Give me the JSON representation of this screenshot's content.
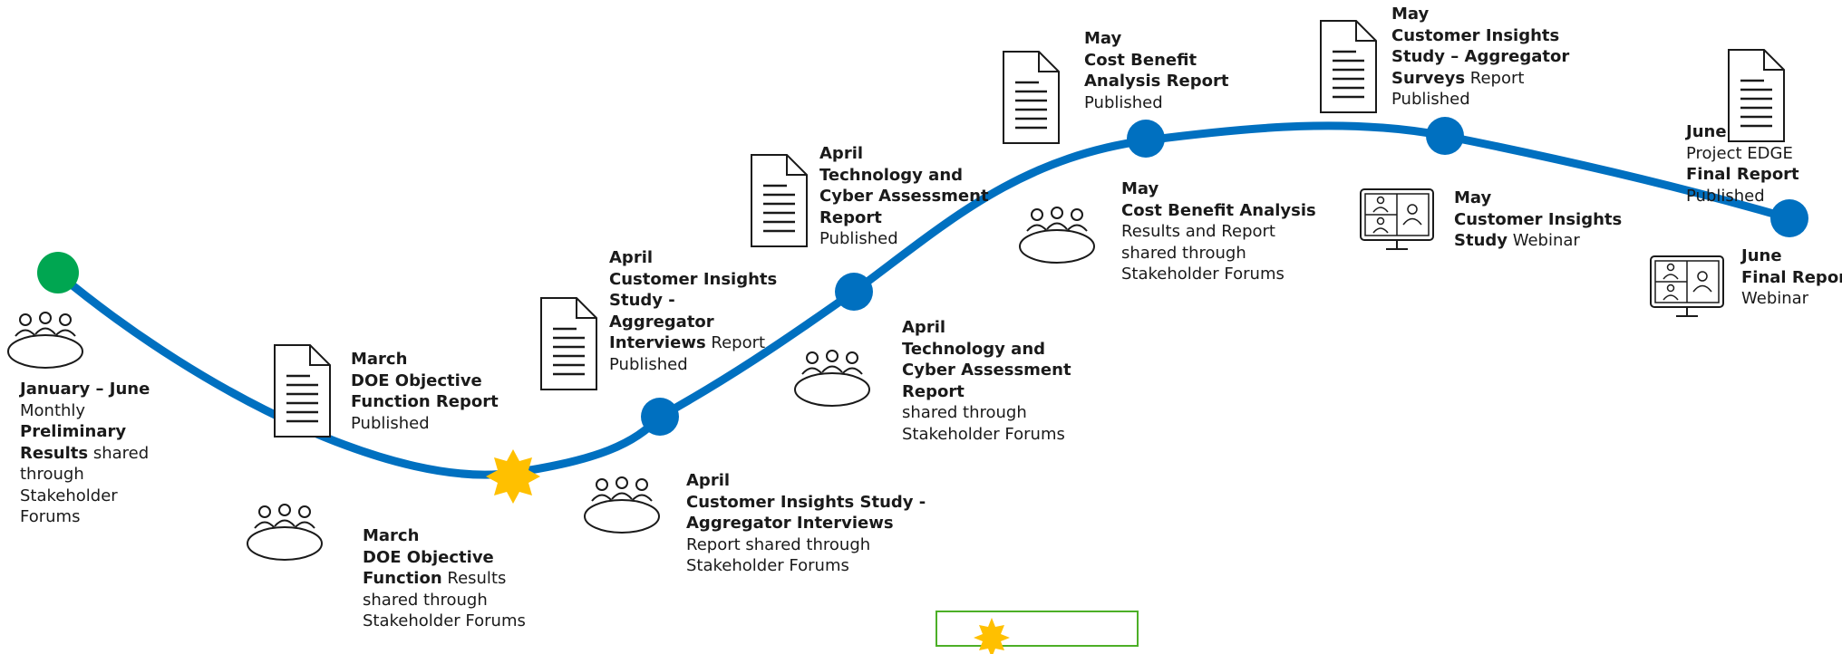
{
  "colors": {
    "timeline": "#0070c0",
    "start_marker": "#00a651",
    "star_marker": "#ffc000",
    "legend_border": "#4caf27",
    "icon": "#1a1a1a"
  },
  "icons": {
    "document": "document-icon",
    "meeting": "meeting-table-icon",
    "webinar": "webinar-screen-icon",
    "milestone": "star-icon",
    "start": "start-dot"
  },
  "events": {
    "jan_june": {
      "l1": "January – June",
      "l2": "Monthly",
      "l3": "Preliminary",
      "l4b": "Results",
      "l4r": " shared",
      "l5": "through",
      "l6": "Stakeholder",
      "l7": "Forums"
    },
    "march_forum": {
      "l1": "March",
      "l2": "DOE Objective",
      "l3b": "Function",
      "l3r": " Results",
      "l4": "shared through",
      "l5": "Stakeholder Forums"
    },
    "march_report": {
      "l1": "March",
      "l2": "DOE Objective",
      "l3": "Function Report",
      "l4": "Published"
    },
    "april_cis_report": {
      "l1": "April",
      "l2": "Customer Insights",
      "l3": "Study -",
      "l4": "Aggregator",
      "l5b": "Interviews",
      "l5r": " Report",
      "l6": "Published"
    },
    "april_cis_forum": {
      "l1": "April",
      "l2": "Customer Insights Study -",
      "l3": "Aggregator Interviews",
      "l4": "Report shared through",
      "l5": "Stakeholder Forums"
    },
    "april_tca_report": {
      "l1": "April",
      "l2": "Technology and",
      "l3": "Cyber Assessment",
      "l4": "Report",
      "l5": "Published"
    },
    "april_tca_forum": {
      "l1": "April",
      "l2": "Technology and",
      "l3": "Cyber Assessment",
      "l4": "Report",
      "l5": "shared through",
      "l6": "Stakeholder Forums"
    },
    "may_cba_report": {
      "l1": "May",
      "l2": "Cost Benefit",
      "l3": "Analysis Report",
      "l4": "Published"
    },
    "may_cba_forum": {
      "l1": "May",
      "l2": "Cost Benefit Analysis",
      "l3": "Results and Report",
      "l4": "shared through",
      "l5": "Stakeholder Forums"
    },
    "may_cis_report": {
      "l1": "May",
      "l2": "Customer Insights",
      "l3": "Study – Aggregator",
      "l4b": "Surveys",
      "l4r": " Report",
      "l5": "Published"
    },
    "may_cis_webinar": {
      "l1": "May",
      "l2": "Customer Insights",
      "l3b": "Study",
      "l3r": " Webinar"
    },
    "june_report": {
      "l1": "June",
      "l2": "Project EDGE",
      "l3": "Final Report",
      "l4": "Published"
    },
    "june_webinar": {
      "l1": "June",
      "l2": "Final Report",
      "l3": "Webinar"
    }
  }
}
